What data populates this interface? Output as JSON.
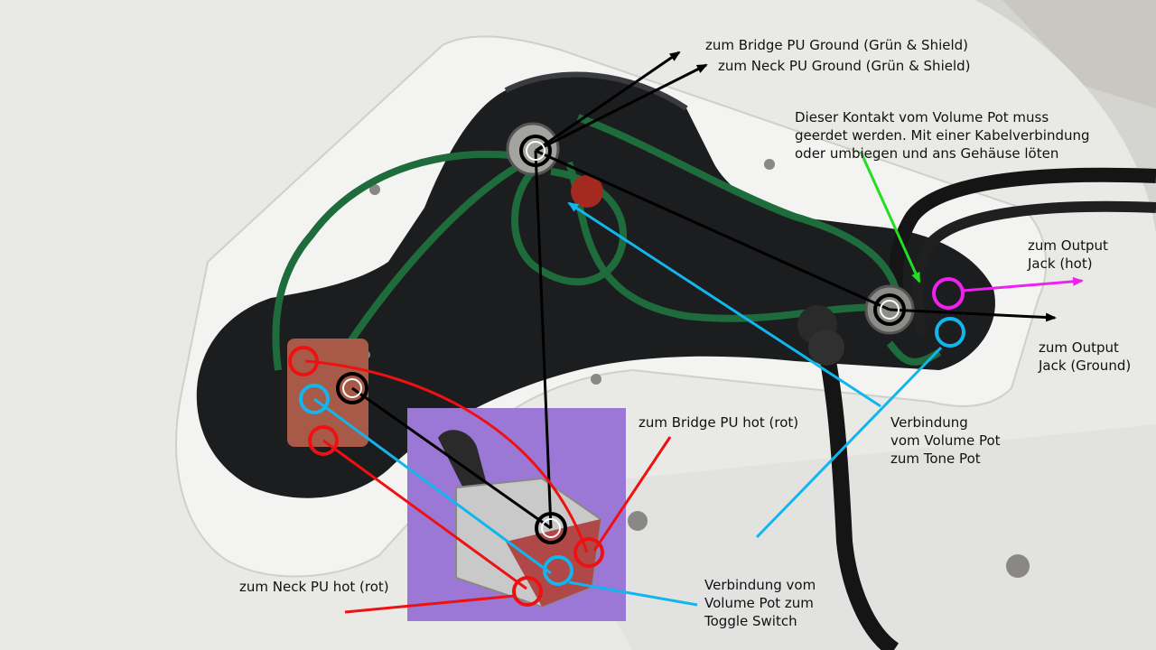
{
  "annotations": {
    "bridge_ground": "zum Bridge PU Ground (Grün & Shield)",
    "neck_ground": "zum Neck PU Ground (Grün & Shield)",
    "volume_contact": [
      "Dieser Kontakt vom Volume Pot muss",
      "geerdet werden. Mit einer Kabelverbindung",
      "oder umbiegen und ans Gehäuse löten"
    ],
    "output_hot": [
      "zum Output",
      "Jack (hot)"
    ],
    "output_ground": [
      "zum Output",
      "Jack (Ground)"
    ],
    "volume_to_tone": [
      "Verbindung",
      "vom Volume Pot",
      "zum Tone Pot"
    ],
    "bridge_hot": "zum Bridge PU hot (rot)",
    "neck_hot": "zum Neck PU hot (rot)",
    "volume_to_toggle": [
      "Verbindung vom",
      "Volume Pot zum",
      "Toggle Switch"
    ]
  },
  "colors": {
    "ground": "#000000",
    "hot": "#ee1111",
    "signal": "#12b6ee",
    "volume_ground": "#22dd22",
    "output": "#ee22ee",
    "wire": "#1e6b3c",
    "cable": "#151515",
    "overlay": "#9b78d6"
  }
}
